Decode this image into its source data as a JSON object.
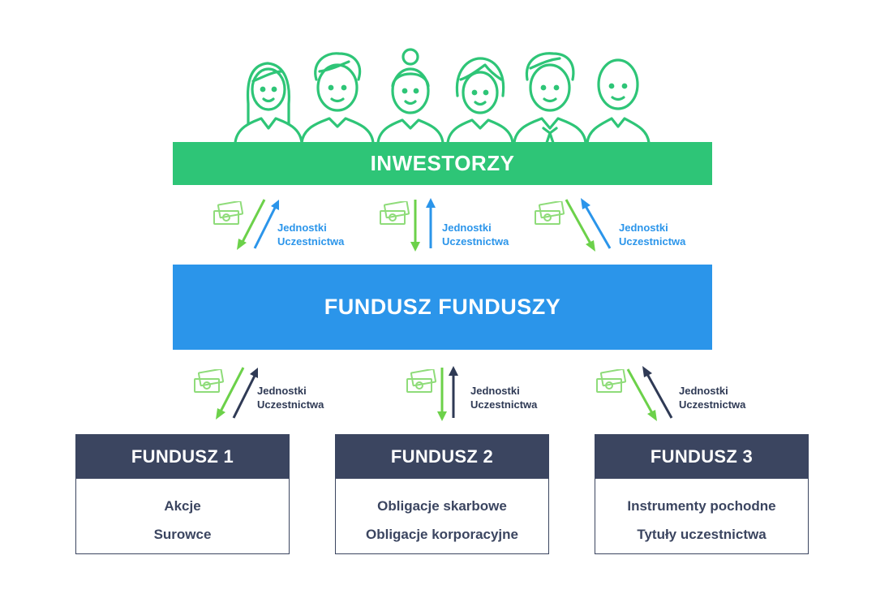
{
  "investors_label": "INWESTORZY",
  "fund_of_funds_label": "FUNDUSZ FUNDUSZY",
  "top_flows": [
    {
      "units_line1": "Jednostki",
      "units_line2": "Uczestnictwa"
    },
    {
      "units_line1": "Jednostki",
      "units_line2": "Uczestnictwa"
    },
    {
      "units_line1": "Jednostki",
      "units_line2": "Uczestnictwa"
    }
  ],
  "bottom_flows": [
    {
      "units_line1": "Jednostki",
      "units_line2": "Uczestnictwa"
    },
    {
      "units_line1": "Jednostki",
      "units_line2": "Uczestnictwa"
    },
    {
      "units_line1": "Jednostki",
      "units_line2": "Uczestnictwa"
    }
  ],
  "funds": [
    {
      "title": "FUNDUSZ 1",
      "items": [
        "Akcje",
        "Surowce"
      ]
    },
    {
      "title": "FUNDUSZ 2",
      "items": [
        "Obligacje skarbowe",
        "Obligacje korporacyjne"
      ]
    },
    {
      "title": "FUNDUSZ 3",
      "items": [
        "Instrumenty pochodne",
        "Tytuły uczestnictwa"
      ]
    }
  ],
  "colors": {
    "green": "#2ec577",
    "blue": "#2b95ea",
    "navy": "#3b4560",
    "arrow_green": "#6cd14a",
    "bill_green": "#8fdc7a"
  },
  "icons": [
    "people-group-icon",
    "money-bills-icon",
    "down-arrow-icon",
    "up-arrow-icon"
  ]
}
